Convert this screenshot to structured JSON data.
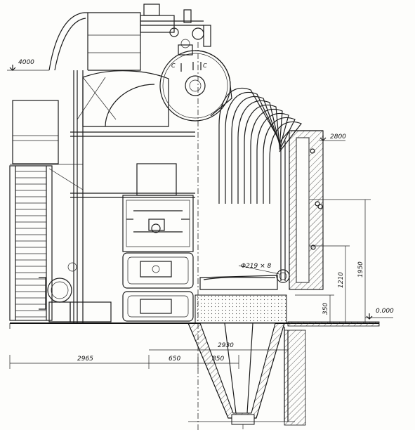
{
  "elevations": {
    "e_4000": "4000",
    "e_2800": "2800",
    "e_0000": "0.000"
  },
  "dimensions": {
    "d_2965": "2965",
    "d_650": "650",
    "d_850": "850",
    "d_2930": "2930",
    "d_1950": "1950",
    "d_1210": "1210",
    "d_350": "350",
    "pipe": "Φ219 × 8"
  },
  "drum_labels": {
    "c1": "C",
    "c2": "C"
  }
}
